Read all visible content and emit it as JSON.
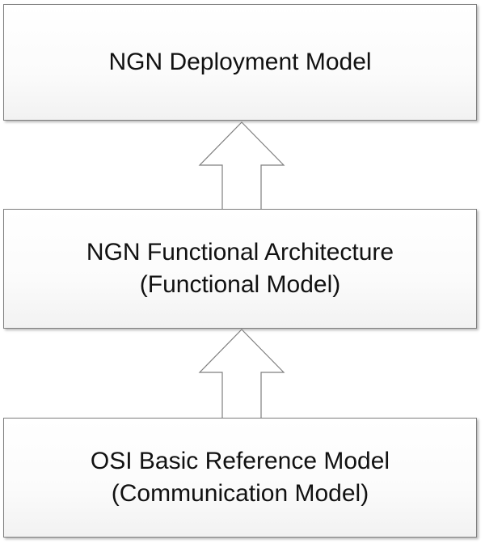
{
  "diagram": {
    "top_box": {
      "line1": "NGN Deployment Model"
    },
    "middle_box": {
      "line1": "NGN Functional Architecture",
      "line2": "(Functional Model)"
    },
    "bottom_box": {
      "line1": "OSI Basic Reference Model",
      "line2": "(Communication Model)"
    },
    "colors": {
      "box_border": "#7f7f7f",
      "box_fill": "#fbfbfb",
      "arrow_fill": "#ffffff",
      "arrow_stroke": "#7f7f7f",
      "text": "#111111"
    }
  }
}
